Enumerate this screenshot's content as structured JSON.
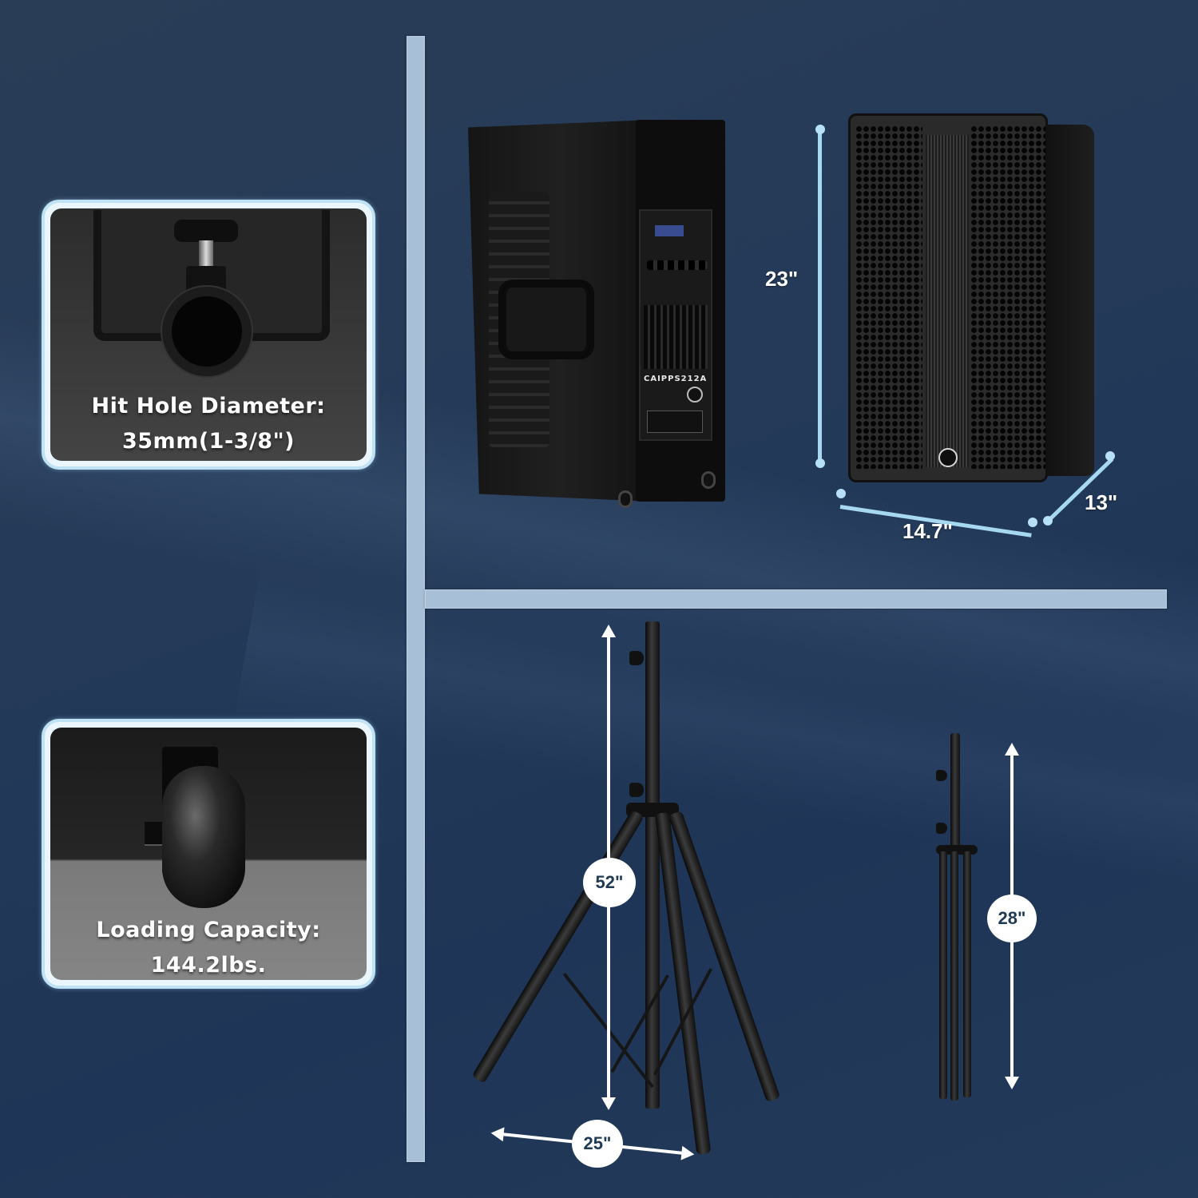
{
  "colors": {
    "background": "#243a58",
    "divider": "#a8bfd8",
    "card_border": "#bfe2f5",
    "dimension_line": "#a7d8f2",
    "label_text": "#ffffff",
    "bubble_text": "#1f3a52"
  },
  "callouts": [
    {
      "title": "Hit Hole Diameter:",
      "value": "35mm(1-3/8\")",
      "image": "stand-mount-bracket"
    },
    {
      "title": "Loading Capacity:",
      "value": "144.2lbs.",
      "image": "caster-wheel"
    }
  ],
  "speakers": {
    "rear_panel_model": "CAIPPS212A",
    "dimensions": {
      "height": "23\"",
      "width": "14.7\"",
      "depth": "13\""
    }
  },
  "stands": {
    "extended": {
      "height": "52\"",
      "base_width": "25\""
    },
    "folded": {
      "height": "28\""
    }
  }
}
